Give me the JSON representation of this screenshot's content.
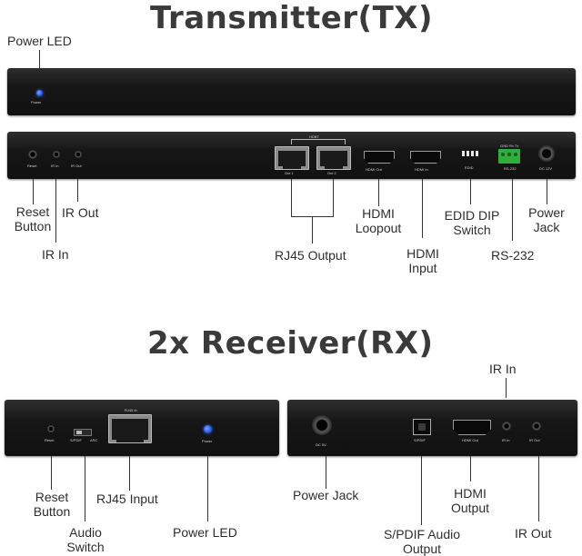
{
  "tx": {
    "title": "Transmitter(TX)",
    "power_led_label": "Power LED",
    "front_power_text": "Power",
    "panel_texts": {
      "reset": "Reset",
      "ir_in": "IR In",
      "ir_out": "IR Out",
      "hdbt": "HDBT",
      "out1": "Out 1",
      "out2": "Out 2",
      "hdmi_out": "HDMI Out",
      "hdmi_in": "HDMI In",
      "edid": "EDID",
      "rs232_top": "GND Rx Tx",
      "rs232": "RS-232",
      "dc": "DC 12V"
    },
    "labels": {
      "reset": [
        "Reset",
        "Button"
      ],
      "ir_in": "IR In",
      "ir_out": "IR Out",
      "rj45": "RJ45 Output",
      "hdmi_loop": [
        "HDMI",
        "Loopout"
      ],
      "hdmi_input": [
        "HDMI",
        "Input"
      ],
      "edid": [
        "EDID DIP",
        "Switch"
      ],
      "rs232": "RS-232",
      "power_jack": [
        "Power",
        "Jack"
      ]
    }
  },
  "rx": {
    "title": "2x Receiver(RX)",
    "panel_texts": {
      "reset": "Reset",
      "spdif": "S/PDIF",
      "arc": "ARC",
      "rj45_in": "RJ45 In",
      "power": "Power",
      "dc": "DC 5V",
      "spdif2": "S/PDIF",
      "hdmi_out": "HDMI Out",
      "ir_in": "IR In",
      "ir_out": "IR Out"
    },
    "labels": {
      "ir_in_top": "IR In",
      "reset": [
        "Reset",
        "Button"
      ],
      "audio": [
        "Audio",
        "Switch"
      ],
      "rj45": "RJ45 Input",
      "power_led": "Power LED",
      "power_jack": "Power Jack",
      "spdif": [
        "S/PDIF Audio",
        "Output"
      ],
      "hdmi_out": [
        "HDMI",
        "Output"
      ],
      "ir_out": "IR Out"
    }
  }
}
